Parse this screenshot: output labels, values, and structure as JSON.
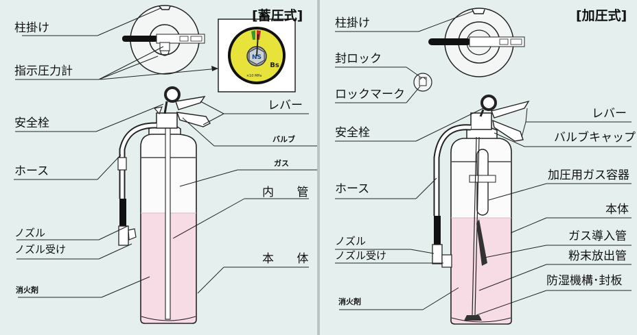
{
  "left": {
    "title": "[蓄圧式]",
    "labels": {
      "hashira": "柱掛け",
      "gauge": "指示圧力計",
      "lever": "レバー",
      "safety_pin": "安全栓",
      "valve": "バルブ",
      "gas": "ガス",
      "hose": "ホース",
      "inner_tube": "内 管",
      "nozzle": "ノズル",
      "nozzle_holder": "ノズル受け",
      "body": "本 体",
      "agent": "消火剤"
    },
    "gauge_face": {
      "logo": "NS",
      "unit": "×10 MPa",
      "mark": "Bs"
    }
  },
  "right": {
    "title": "[加圧式]",
    "labels": {
      "hashira": "柱掛け",
      "seal_lock": "封ロック",
      "lock_mark": "ロックマーク",
      "lever": "レバー",
      "safety_pin": "安全栓",
      "valve_cap": "バルブキャップ",
      "hose": "ホース",
      "gas_container": "加圧用ガス容器",
      "body": "本体",
      "nozzle": "ノズル",
      "gas_tube": "ガス導入管",
      "nozzle_holder": "ノズル受け",
      "powder_tube": "粉末放出管",
      "moisture_seal": "防湿機構･封板",
      "agent": "消火剤"
    }
  },
  "colors": {
    "background": "#e4efee",
    "agent_fill": "#f7dce6",
    "line": "#222222",
    "gauge_face": "#e8e33a"
  }
}
